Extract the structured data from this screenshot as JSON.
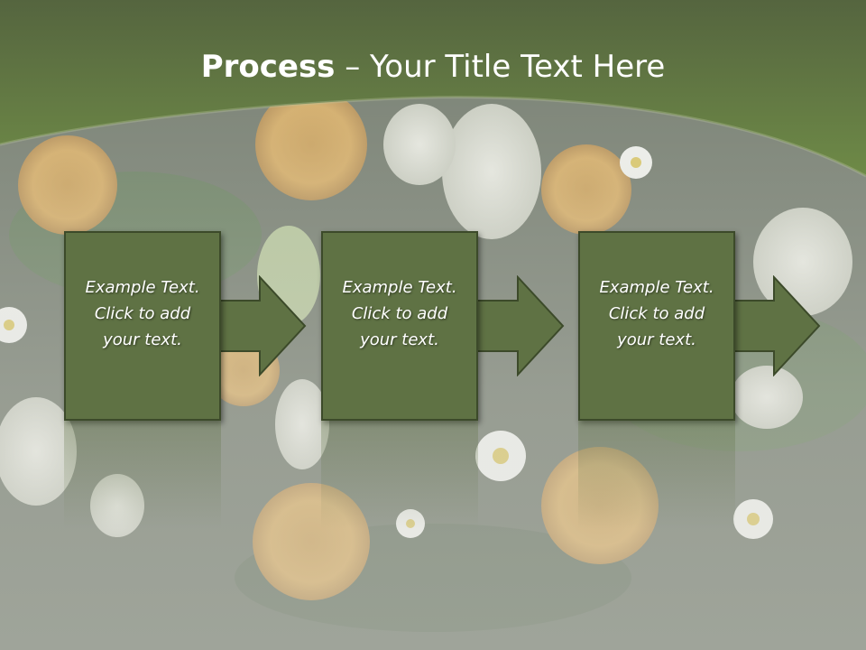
{
  "slide": {
    "title_bold": "Process",
    "title_rest": " – Your Title Text Here",
    "colors": {
      "header_dark": "#55653f",
      "header_light": "#6e8a47",
      "box_fill": "#5f7244",
      "box_border": "#3c4a2a"
    }
  },
  "steps": [
    {
      "text": "Example Text.\nClick  to add\nyour text."
    },
    {
      "text": "Example Text.\nClick  to add\nyour text."
    },
    {
      "text": "Example Text.\nClick  to add\nyour text."
    }
  ],
  "icons": {
    "step_arrow": "arrow-right-icon",
    "background": "flower-bouquet-photo"
  }
}
